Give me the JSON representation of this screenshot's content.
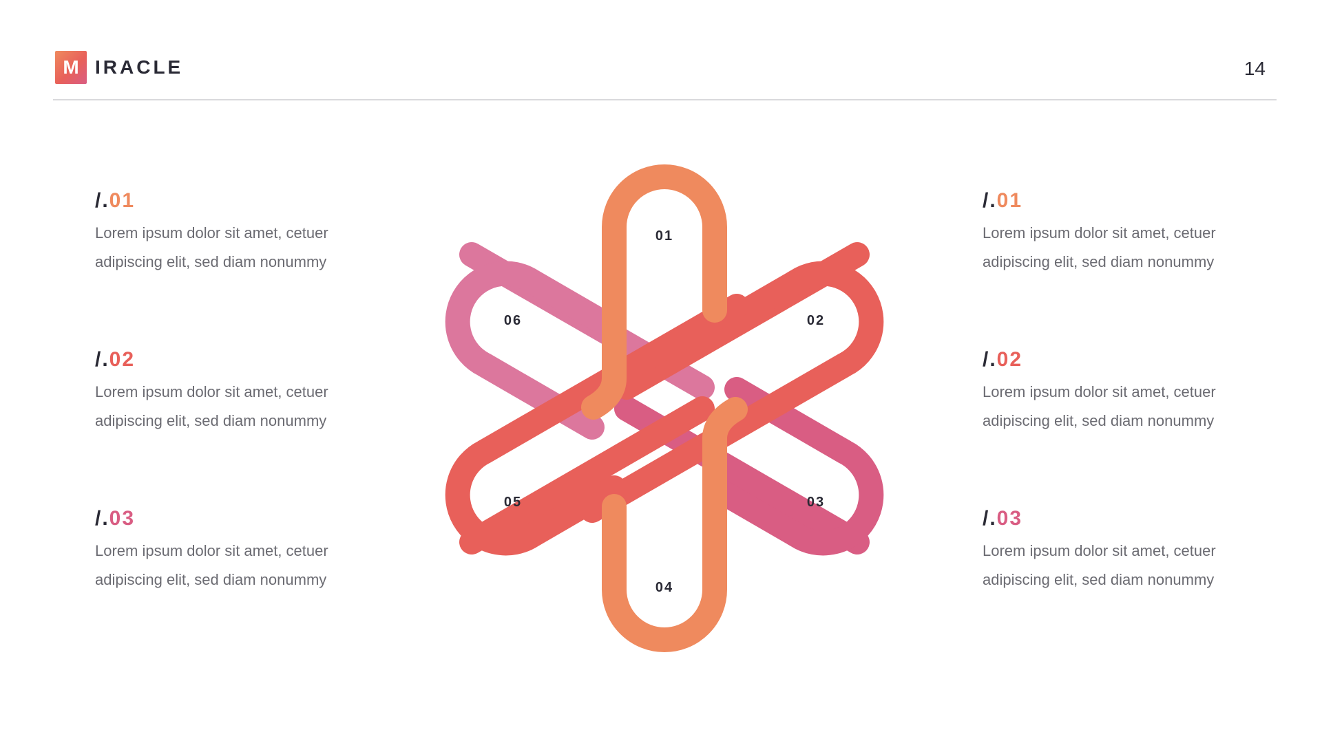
{
  "header": {
    "logo_letter": "M",
    "logo_text": "IRACLE",
    "page_number": "14"
  },
  "left_items": [
    {
      "prefix": "/.",
      "number": "01",
      "line1": "Lorem ipsum dolor sit amet, cetuer",
      "line2": "adipiscing elit, sed diam nonummy"
    },
    {
      "prefix": "/.",
      "number": "02",
      "line1": "Lorem ipsum dolor sit amet, cetuer",
      "line2": "adipiscing elit, sed diam nonummy"
    },
    {
      "prefix": "/.",
      "number": "03",
      "line1": "Lorem ipsum dolor sit amet, cetuer",
      "line2": "adipiscing elit, sed diam nonummy"
    }
  ],
  "right_items": [
    {
      "prefix": "/.",
      "number": "01",
      "line1": "Lorem ipsum dolor sit amet, cetuer",
      "line2": "adipiscing elit, sed diam nonummy"
    },
    {
      "prefix": "/.",
      "number": "02",
      "line1": "Lorem ipsum dolor sit amet, cetuer",
      "line2": "adipiscing elit, sed diam nonummy"
    },
    {
      "prefix": "/.",
      "number": "03",
      "line1": "Lorem ipsum dolor sit amet, cetuer",
      "line2": "adipiscing elit, sed diam nonummy"
    }
  ],
  "petals": [
    "01",
    "02",
    "03",
    "04",
    "05",
    "06"
  ],
  "colors": {
    "orange": "#ef8a5e",
    "red": "#e8605a",
    "pink": "#d95d83",
    "pink_light": "#dc779d",
    "text_dark": "#2a2a35",
    "text_gray": "#6b6b72"
  }
}
